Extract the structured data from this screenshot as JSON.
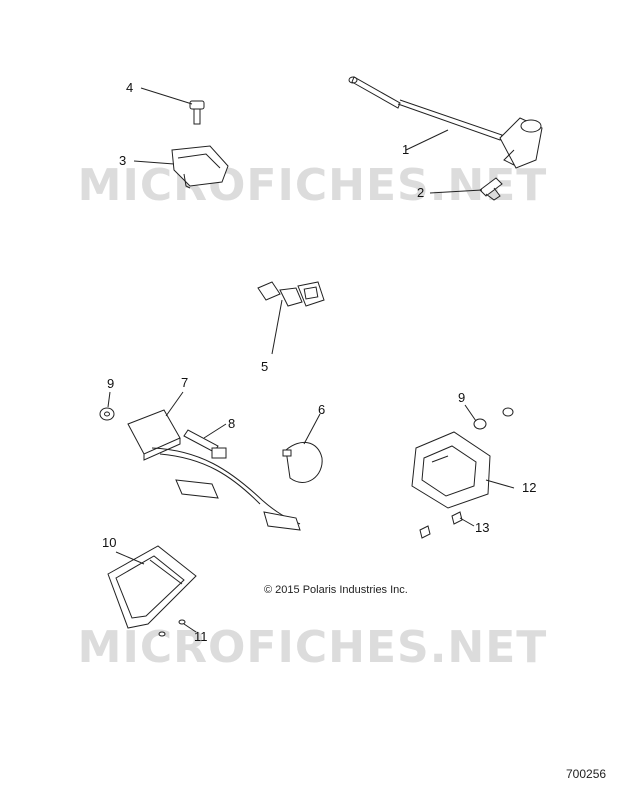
{
  "watermark": "MICROFICHES.NET",
  "copyright": "© 2015 Polaris Industries Inc.",
  "document_number": "700256",
  "callouts": {
    "c1": "1",
    "c2": "2",
    "c3": "3",
    "c4": "4",
    "c5": "5",
    "c6": "6",
    "c7": "7",
    "c8": "8",
    "c9a": "9",
    "c9b": "9",
    "c10": "10",
    "c11": "11",
    "c12": "12",
    "c13": "13"
  }
}
